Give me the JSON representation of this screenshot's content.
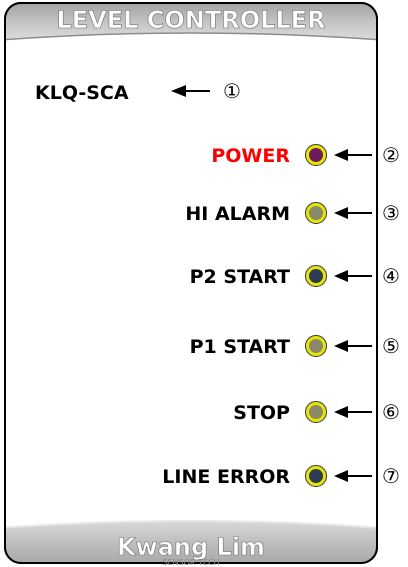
{
  "header": {
    "title": "LEVEL CONTROLLER"
  },
  "footer": {
    "brand": "Kwang Lim",
    "sub": "SENSOR TECH"
  },
  "model": {
    "name": "KLQ-SCA",
    "marker": "①"
  },
  "indicators": [
    {
      "label": "POWER",
      "marker": "②",
      "label_color": "#ff0000",
      "led_fill": "#6e1a5e",
      "led_ring": "#e6e600"
    },
    {
      "label": "HI ALARM",
      "marker": "③",
      "label_color": "#000000",
      "led_fill": "#8a8a6a",
      "led_ring": "#e6e600"
    },
    {
      "label": "P2 START",
      "marker": "④",
      "label_color": "#000000",
      "led_fill": "#2f3a57",
      "led_ring": "#e6e600"
    },
    {
      "label": "P1 START",
      "marker": "⑤",
      "label_color": "#000000",
      "led_fill": "#8a8a6a",
      "led_ring": "#e6e600"
    },
    {
      "label": "STOP",
      "marker": "⑥",
      "label_color": "#000000",
      "led_fill": "#8a8a6a",
      "led_ring": "#e6e600"
    },
    {
      "label": "LINE ERROR",
      "marker": "⑦",
      "label_color": "#000000",
      "led_fill": "#2f3a57",
      "led_ring": "#e6e600"
    }
  ]
}
